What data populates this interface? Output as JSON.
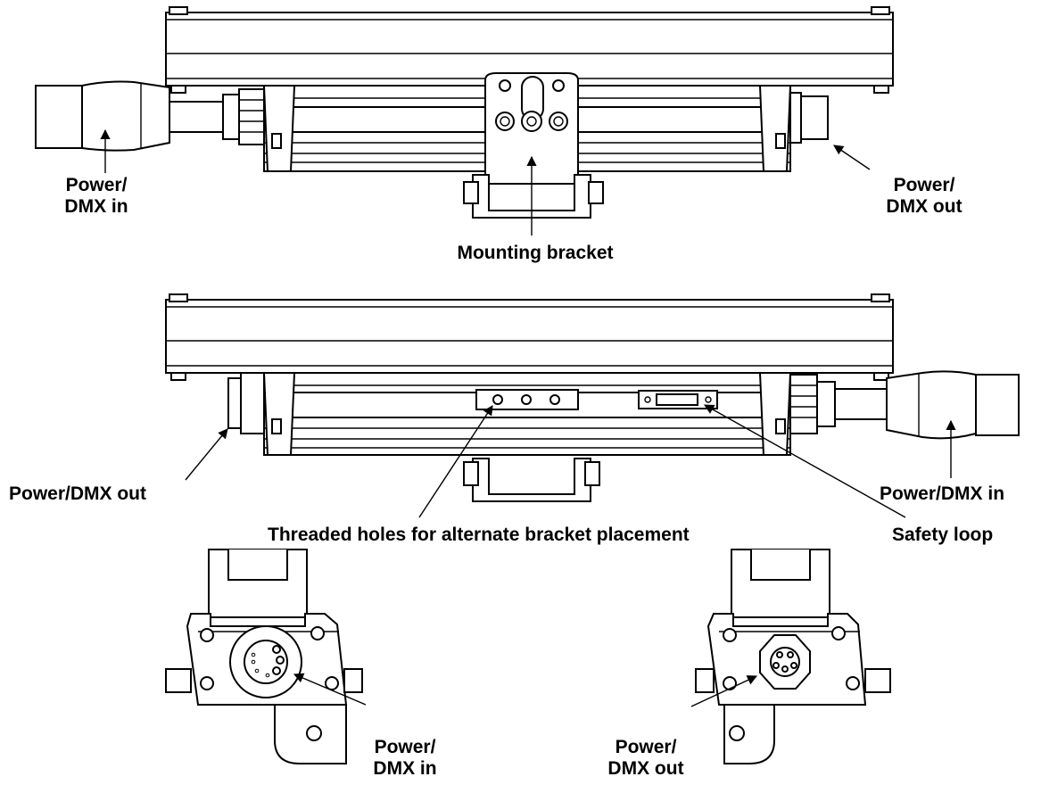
{
  "labels": {
    "top_power_in_l1": "Power/",
    "top_power_in_l2": "DMX in",
    "top_power_out_l1": "Power/",
    "top_power_out_l2": "DMX out",
    "mounting_bracket": "Mounting bracket",
    "mid_power_out": "Power/DMX out",
    "mid_power_in": "Power/DMX in",
    "threaded_holes": "Threaded holes for alternate bracket placement",
    "safety_loop": "Safety loop",
    "end_power_in_l1": "Power/",
    "end_power_in_l2": "DMX in",
    "end_power_out_l1": "Power/",
    "end_power_out_l2": "DMX out"
  }
}
